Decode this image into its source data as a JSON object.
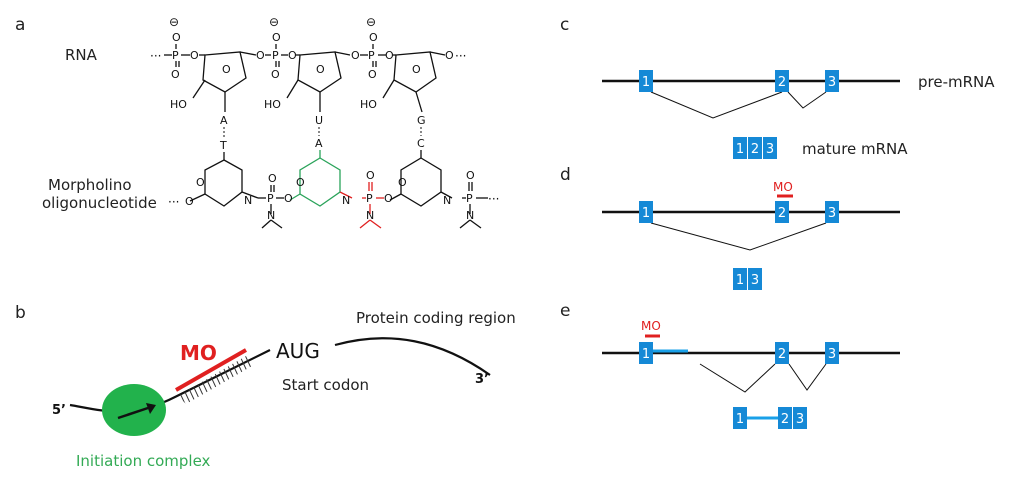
{
  "panels": {
    "a": "a",
    "b": "b",
    "c": "c",
    "d": "d",
    "e": "e"
  },
  "panel_a": {
    "rna_label": "RNA",
    "morpholino_label_1": "Morpholino",
    "morpholino_label_2": "oligonucleotide",
    "atoms": {
      "P": "P",
      "O": "O",
      "N": "N",
      "HO": "HO",
      "minus": "⊖",
      "dots": "···"
    },
    "rna_bases": [
      "A",
      "U",
      "G"
    ],
    "mo_bases": [
      "T",
      "A",
      "C"
    ],
    "colors": {
      "black": "#111111",
      "green": "#2aa35a",
      "red": "#e02020"
    }
  },
  "panel_b": {
    "mo_label": "MO",
    "aug": "AUG",
    "start_codon": "Start codon",
    "coding_region": "Protein coding region",
    "five_prime": "5’",
    "three_prime": "3’",
    "initiation_complex": "Initiation complex",
    "colors": {
      "mo": "#e02020",
      "complex": "#22b24c",
      "complex_text": "#33aa55"
    }
  },
  "panel_c": {
    "exons": [
      "1",
      "2",
      "3"
    ],
    "pre_mrna_label": "pre-mRNA",
    "mature_label": "mature mRNA",
    "mature_exons": [
      "1",
      "2",
      "3"
    ]
  },
  "panel_d": {
    "exons": [
      "1",
      "2",
      "3"
    ],
    "mo_label": "MO",
    "mature_exons": [
      "1",
      "3"
    ]
  },
  "panel_e": {
    "exons": [
      "1",
      "2",
      "3"
    ],
    "mo_label": "MO",
    "mature_exons": [
      "1",
      "2",
      "3"
    ]
  },
  "colors": {
    "exon": "#1589d6",
    "exon_text": "#ffffff",
    "intron_retained": "#1aa0e8"
  }
}
